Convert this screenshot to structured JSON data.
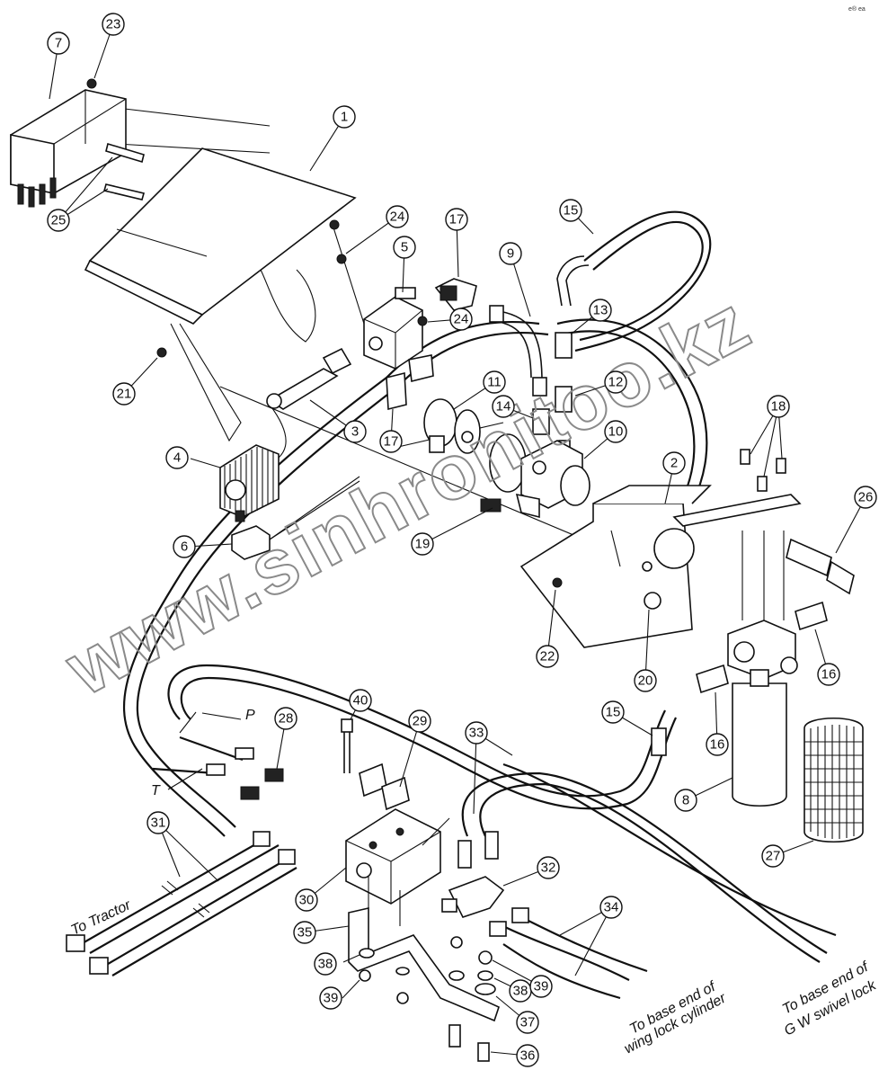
{
  "corner_mark": "e® ea",
  "watermark": "www.sinhronitoo.kz",
  "callouts": [
    {
      "n": "1"
    },
    {
      "n": "2"
    },
    {
      "n": "3"
    },
    {
      "n": "4"
    },
    {
      "n": "5"
    },
    {
      "n": "6"
    },
    {
      "n": "7"
    },
    {
      "n": "8"
    },
    {
      "n": "9"
    },
    {
      "n": "10"
    },
    {
      "n": "11"
    },
    {
      "n": "12"
    },
    {
      "n": "13"
    },
    {
      "n": "14"
    },
    {
      "n": "15"
    },
    {
      "n": "15"
    },
    {
      "n": "16"
    },
    {
      "n": "16"
    },
    {
      "n": "17"
    },
    {
      "n": "17"
    },
    {
      "n": "18"
    },
    {
      "n": "19"
    },
    {
      "n": "20"
    },
    {
      "n": "21"
    },
    {
      "n": "22"
    },
    {
      "n": "23"
    },
    {
      "n": "24"
    },
    {
      "n": "24"
    },
    {
      "n": "25"
    },
    {
      "n": "26"
    },
    {
      "n": "27"
    },
    {
      "n": "28"
    },
    {
      "n": "29"
    },
    {
      "n": "30"
    },
    {
      "n": "31"
    },
    {
      "n": "32"
    },
    {
      "n": "33"
    },
    {
      "n": "34"
    },
    {
      "n": "35"
    },
    {
      "n": "36"
    },
    {
      "n": "37"
    },
    {
      "n": "38"
    },
    {
      "n": "38"
    },
    {
      "n": "39"
    },
    {
      "n": "39"
    },
    {
      "n": "40"
    }
  ],
  "labels": {
    "p": "P",
    "t": "T",
    "to_tractor": "To Tractor",
    "wing_line1": "To base end of",
    "wing_line2": "wing lock cylinder",
    "gw_line1": "To base end of",
    "gw_line2": "G W swivel lock"
  }
}
